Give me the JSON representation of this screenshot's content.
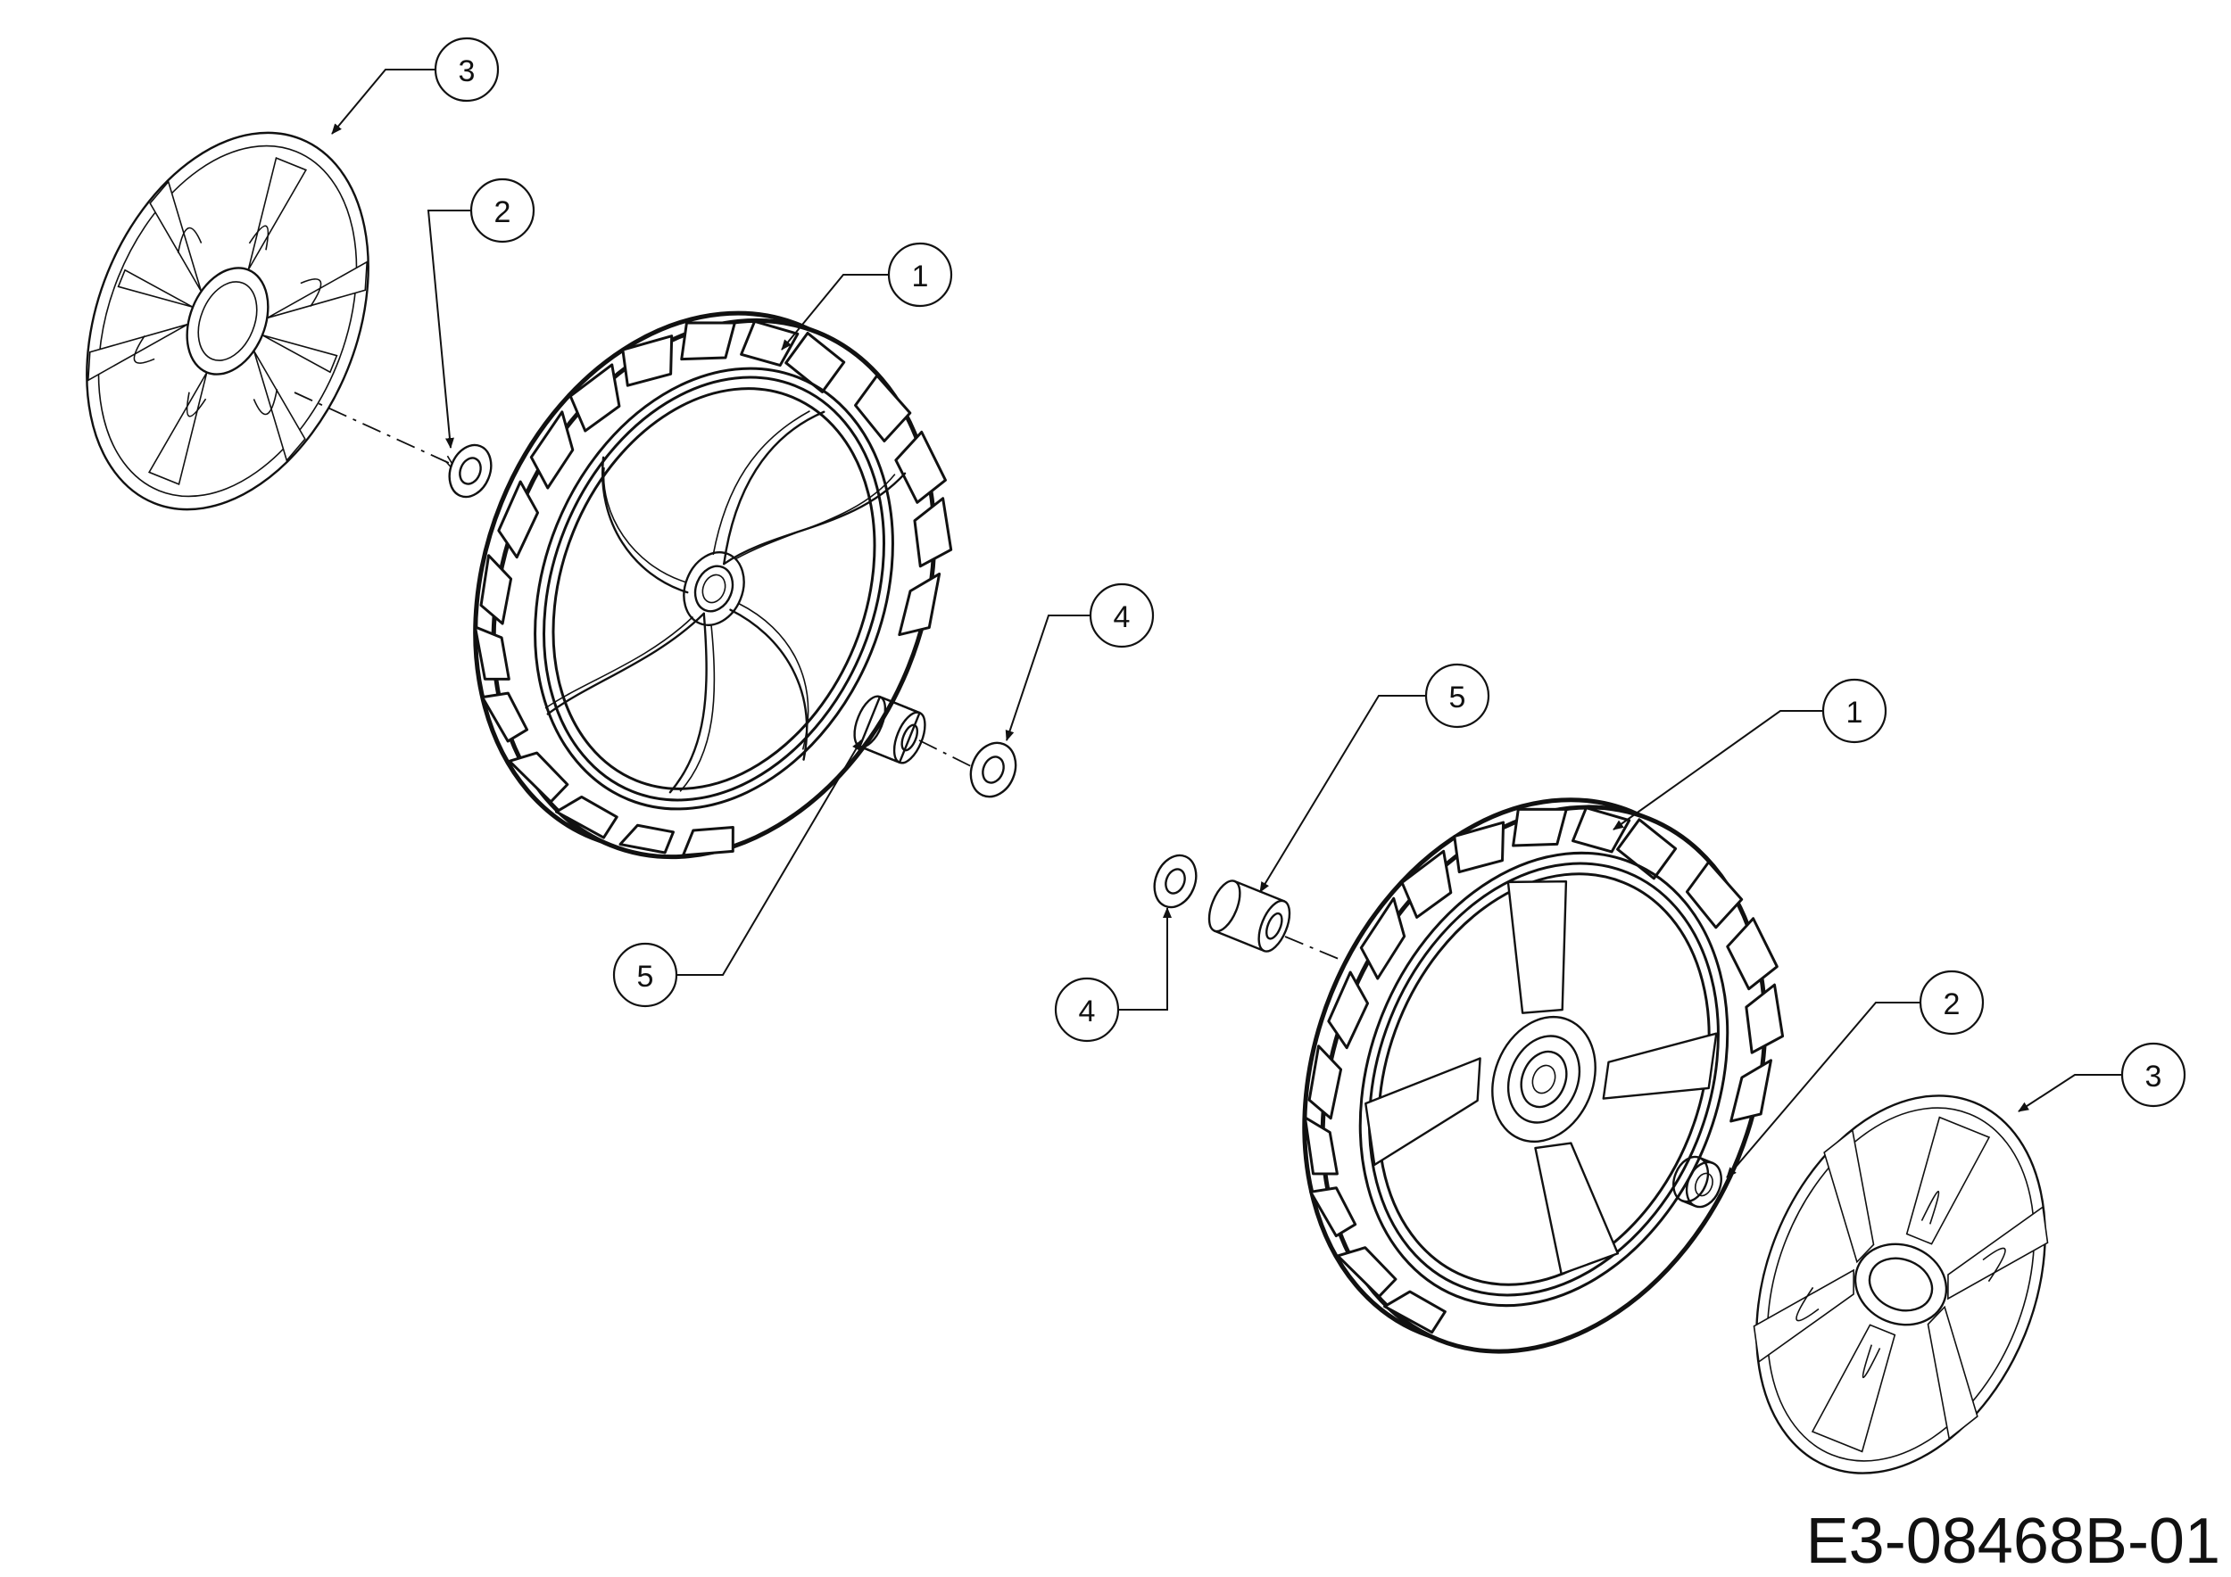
{
  "diagram": {
    "drawing_code": "E3-08468B-01",
    "callouts": [
      {
        "id": "c3-top",
        "label": "3"
      },
      {
        "id": "c2-top",
        "label": "2"
      },
      {
        "id": "c1-top",
        "label": "1"
      },
      {
        "id": "c4-top",
        "label": "4"
      },
      {
        "id": "c5-left",
        "label": "5"
      },
      {
        "id": "c5-mid",
        "label": "5"
      },
      {
        "id": "c1-right",
        "label": "1"
      },
      {
        "id": "c4-mid",
        "label": "4"
      },
      {
        "id": "c2-right",
        "label": "2"
      },
      {
        "id": "c3-right",
        "label": "3"
      }
    ]
  }
}
